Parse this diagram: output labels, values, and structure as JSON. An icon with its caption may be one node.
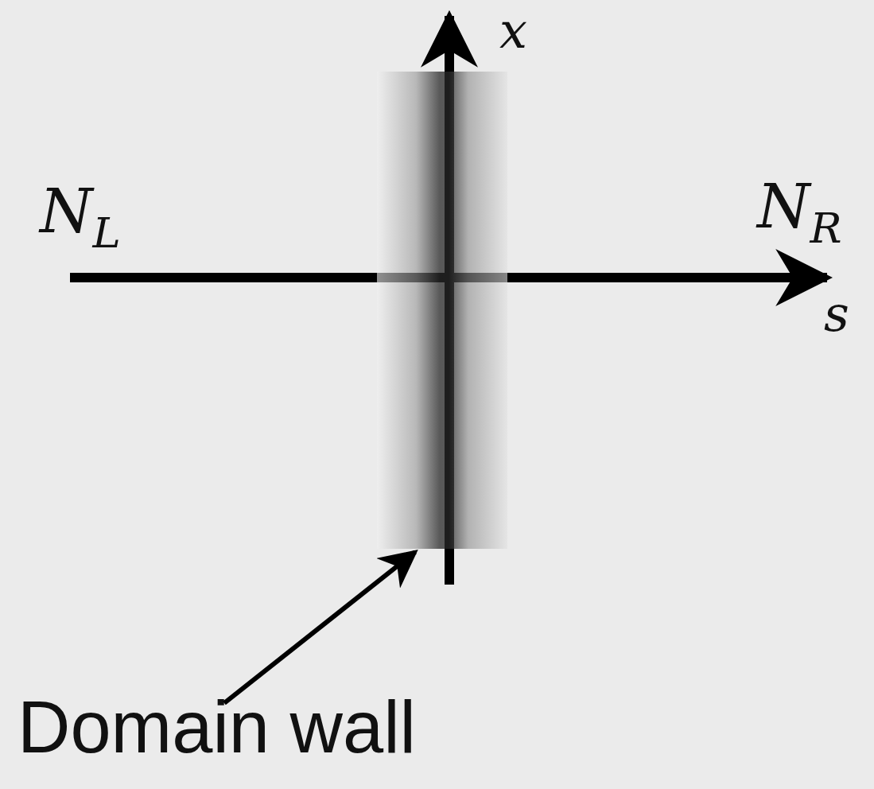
{
  "diagram": {
    "nodes": [
      {
        "text": [
          "Domain wall"
        ]
      },
      {
        "text": [],
        "shape": "bar"
      }
    ],
    "edges": [
      {
        "from": 0,
        "to": 1,
        "arrow": "to"
      }
    ],
    "labels": [
      "x",
      "N$_{L}$",
      "N$_{R}$",
      "s"
    ]
  }
}
